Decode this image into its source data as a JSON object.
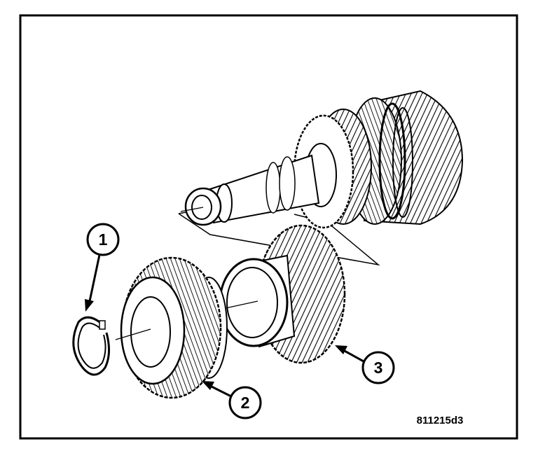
{
  "figure": {
    "id_label": "811215d3",
    "callouts": [
      {
        "number": "1",
        "points_to": "snap-ring"
      },
      {
        "number": "2",
        "points_to": "gear"
      },
      {
        "number": "3",
        "points_to": "gear"
      }
    ],
    "line_color": "#000000",
    "background_color": "#ffffff"
  }
}
